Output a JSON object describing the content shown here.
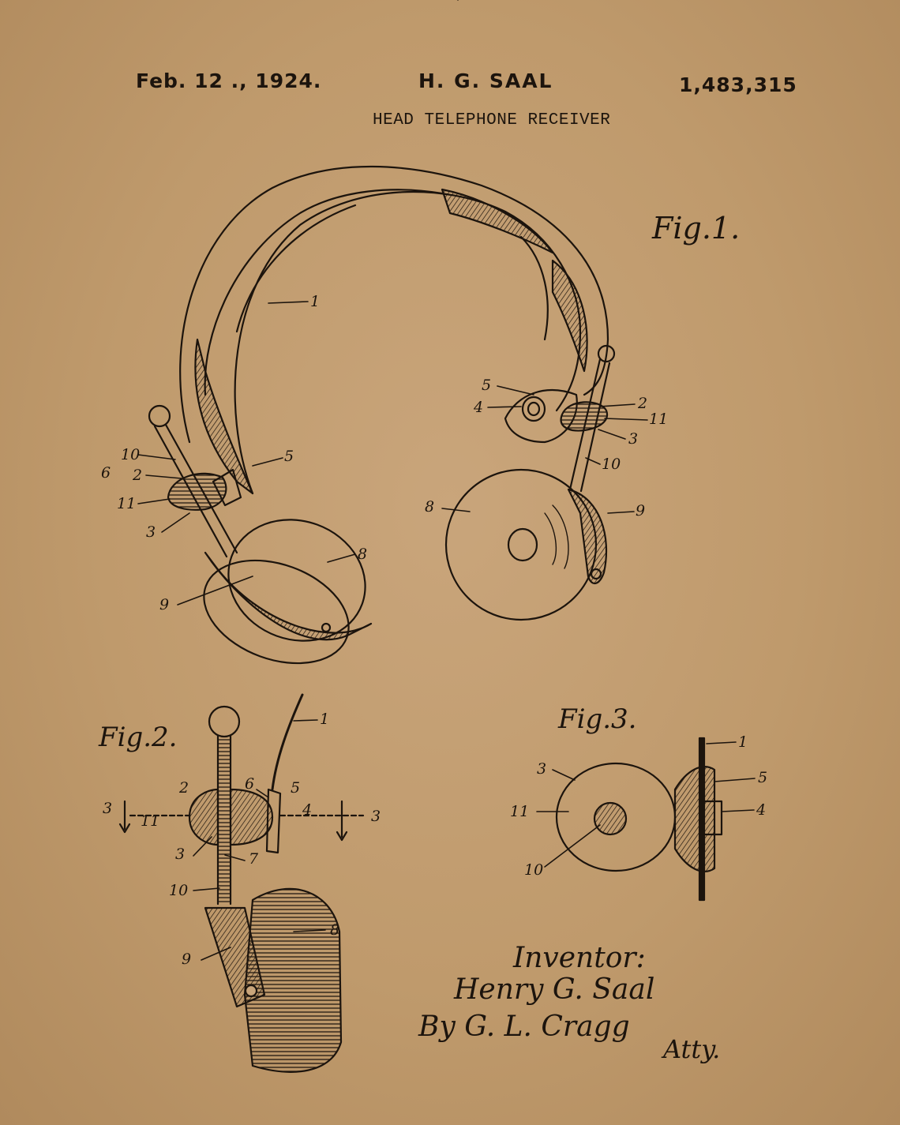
{
  "header": {
    "date": "Feb. 12 ., 1924.",
    "inventor": "H. G. SAAL",
    "patent_number": "1,483,315",
    "title": "HEAD TELEPHONE RECEIVER"
  },
  "figures": {
    "fig1": "Fig.1.",
    "fig2": "Fig.2.",
    "fig3": "Fig.3."
  },
  "signature": {
    "label": "Inventor:",
    "name": "Henry G. Saal",
    "by": "By G. L. Cragg",
    "atty": "Atty."
  },
  "refs": {
    "r1": "1",
    "r2": "2",
    "r3": "3",
    "r4": "4",
    "r5": "5",
    "r6": "6",
    "r7": "7",
    "r8": "8",
    "r9": "9",
    "r10": "10",
    "r11": "11"
  },
  "colors": {
    "paper": "#c9a57b",
    "ink": "#1c140d"
  }
}
